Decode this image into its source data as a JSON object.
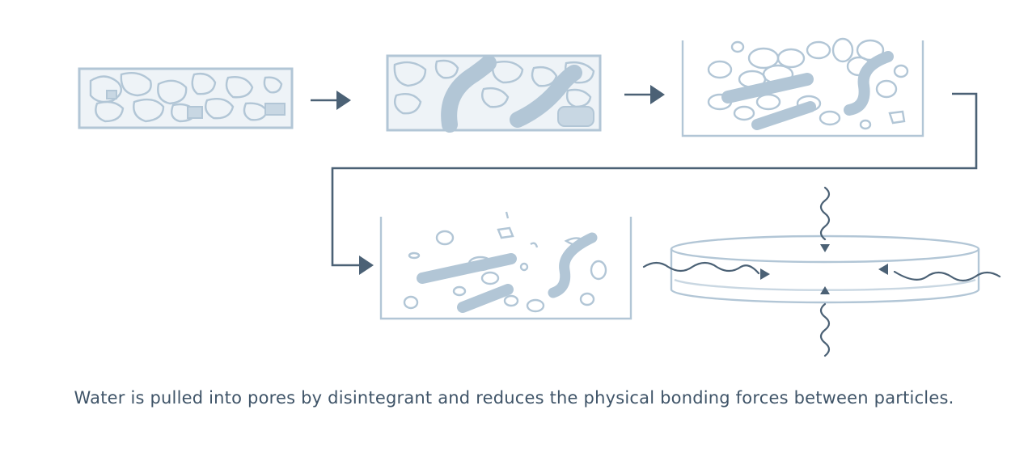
{
  "caption": "Water is pulled into pores by disintegrant and reduces the physical bonding forces between particles.",
  "colors": {
    "particle": "#b2c6d6",
    "arrow": "#4b6175",
    "text": "#3f5468",
    "background": "#ffffff"
  },
  "stages": [
    {
      "id": "compressed-tablet"
    },
    {
      "id": "disintegrant-swelling"
    },
    {
      "id": "tablet-breaking-up"
    },
    {
      "id": "particles-dispersed"
    },
    {
      "id": "water-uptake-tablet"
    }
  ]
}
